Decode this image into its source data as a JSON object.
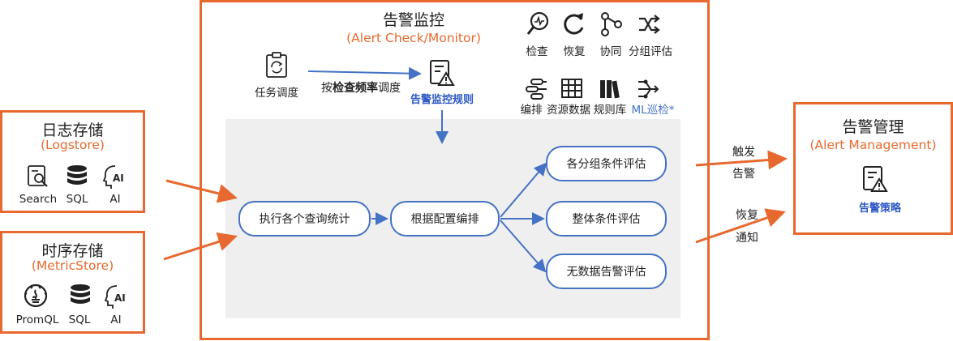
{
  "logstore": {
    "title": "日志存储",
    "subtitle": "(Logstore)",
    "items": [
      "Search",
      "SQL",
      "AI"
    ]
  },
  "metricstore": {
    "title": "时序存储",
    "subtitle": "(MetricStore)",
    "items": [
      "PromQL",
      "SQL",
      "AI"
    ]
  },
  "monitor": {
    "title": "告警监控",
    "subtitle": "(Alert Check/Monitor)",
    "task_schedule": "任务调度",
    "schedule_prefix": "按",
    "schedule_bold": "检查频率",
    "schedule_suffix": "调度",
    "rule_label": "告警监控规则",
    "capabilities_row1": [
      "检查",
      "恢复",
      "协同",
      "分组评估"
    ],
    "capabilities_row2": [
      "编排",
      "资源数据",
      "规则库",
      "ML巡检*"
    ],
    "flow": {
      "query": "执行各个查询统计",
      "orchestrate": "根据配置编排",
      "eval_group": "各分组条件评估",
      "eval_overall": "整体条件评估",
      "eval_nodata": "无数据告警评估"
    }
  },
  "edges": {
    "trigger": [
      "触发",
      "告警"
    ],
    "recover": [
      "恢复",
      "通知"
    ]
  },
  "management": {
    "title": "告警管理",
    "subtitle": "(Alert Management)",
    "policy_label": "告警策略"
  },
  "colors": {
    "accent_orange": "#e8692f",
    "flow_blue": "#4472c4",
    "label_blue": "#2a56c6",
    "panel_grey": "#efefef"
  }
}
